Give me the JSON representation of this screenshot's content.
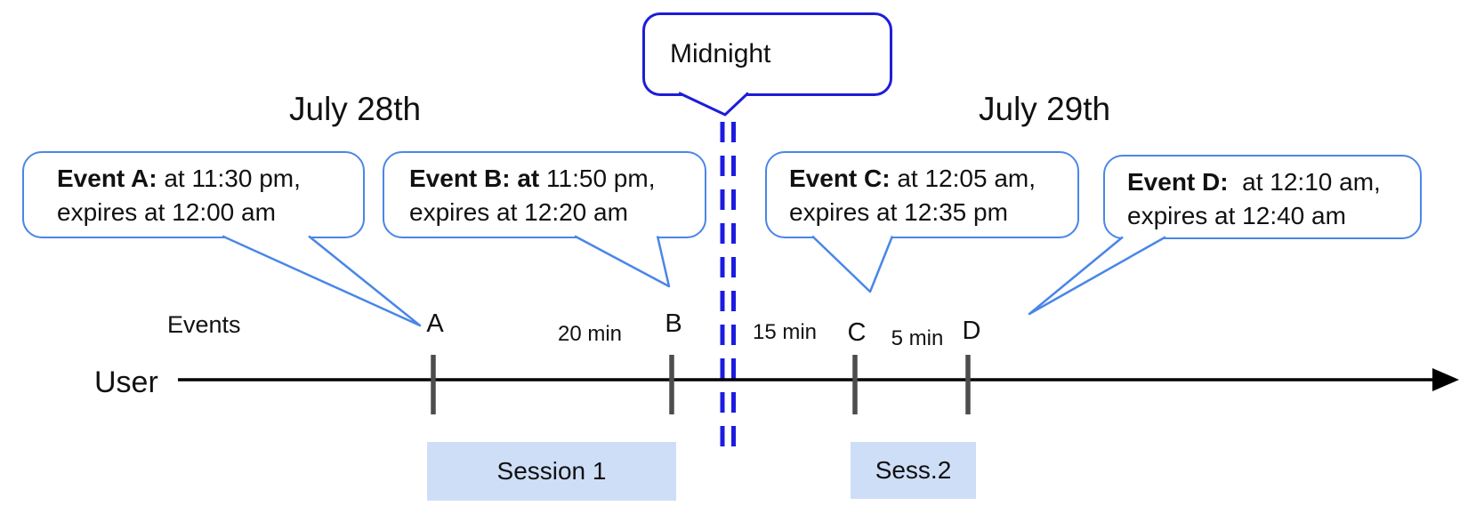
{
  "diagram": {
    "dates": {
      "day1": "July 28th",
      "day2": "July 29th"
    },
    "midnight_label": "Midnight",
    "axis": {
      "events_label": "Events",
      "user_label": "User"
    },
    "callouts": [
      {
        "id": "A",
        "title": "Event A:",
        "time": " at 11:30 pm,",
        "expiry": "expires at 12:00 am"
      },
      {
        "id": "B",
        "title": "Event B: at",
        "time": " 11:50 pm,",
        "expiry": "expires at 12:20 am"
      },
      {
        "id": "C",
        "title": "Event C:",
        "time": " at 12:05 am,",
        "expiry": "expires at 12:35 pm"
      },
      {
        "id": "D",
        "title": "Event D:",
        "time": "  at 12:10 am,",
        "expiry": "expires at 12:40 am"
      }
    ],
    "ticks": [
      "A",
      "B",
      "C",
      "D"
    ],
    "intervals": [
      "20 min",
      "15 min",
      "5 min"
    ],
    "sessions": [
      "Session 1",
      "Sess.2"
    ],
    "colors": {
      "callout_border": "#4a86e8",
      "midnight_border": "#1d1dd8",
      "dash_line": "#1c1ce0",
      "session_fill": "#cfdef7",
      "tick": "#4d4d4d",
      "timeline": "#000000"
    }
  }
}
